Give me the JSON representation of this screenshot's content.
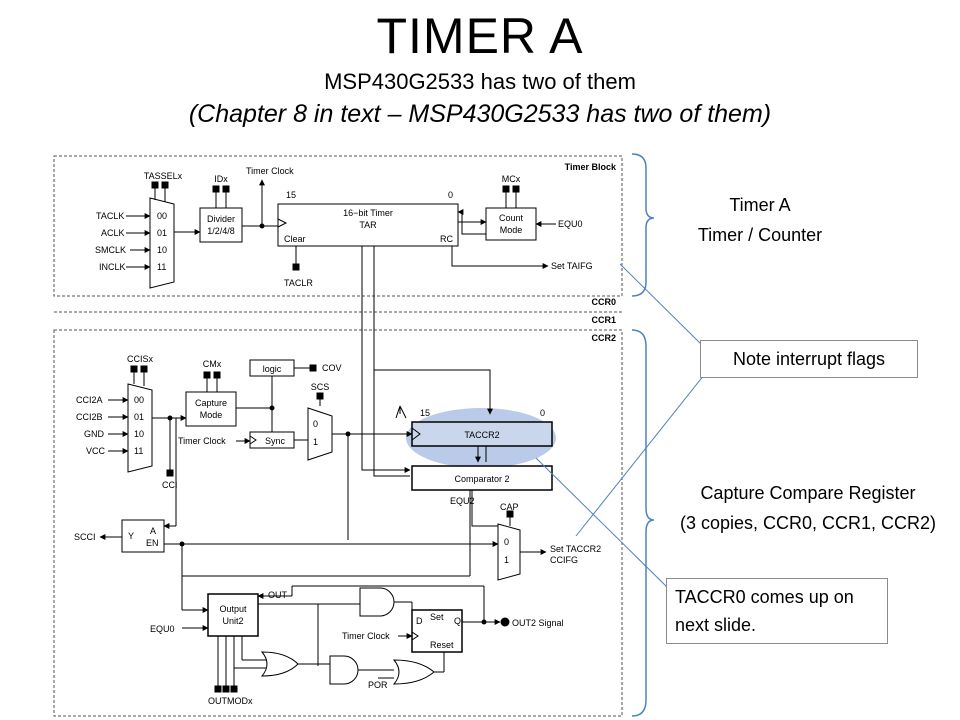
{
  "title": "TIMER A",
  "subtitle": "MSP430G2533 has two of them",
  "subtitle2": "(Chapter 8 in text – MSP430G2533 has two of them)",
  "annotations": {
    "timer_a_label": [
      "Timer A",
      "Timer / Counter"
    ],
    "ccr_label": [
      "Capture Compare Register",
      "(3 copies, CCR0, CCR1, CCR2)"
    ],
    "note_interrupt": "Note interrupt flags",
    "note_taccr0": [
      "TACCR0 comes up on",
      "next slide."
    ]
  },
  "timer_block": {
    "label": "Timer Block",
    "tassel": "TASSELx",
    "inputs": [
      "TACLK",
      "ACLK",
      "SMCLK",
      "INCLK"
    ],
    "mux_codes": [
      "00",
      "01",
      "10",
      "11"
    ],
    "idx": "IDx",
    "divider": [
      "Divider",
      "1/2/4/8"
    ],
    "timer_clock": "Timer Clock",
    "bit15": "15",
    "bit0": "0",
    "timer": [
      "16−bit Timer",
      "TAR"
    ],
    "clear": "Clear",
    "rc": "RC",
    "taclr": "TACLR",
    "mcx": "MCx",
    "count_mode": [
      "Count",
      "Mode"
    ],
    "equ0": "EQU0",
    "set_taifg": "Set TAIFG"
  },
  "ccr_tags": [
    "CCR0",
    "CCR1",
    "CCR2"
  ],
  "ccr_block": {
    "ccisx": "CCISx",
    "cmx": "CMx",
    "logic": "logic",
    "cov": "COV",
    "inputs": [
      "CCI2A",
      "CCI2B",
      "GND",
      "VCC"
    ],
    "mux_codes": [
      "00",
      "01",
      "10",
      "11"
    ],
    "capture_mode": [
      "Capture",
      "Mode"
    ],
    "scs": "SCS",
    "sync": "Sync",
    "timer_clock": "Timer Clock",
    "mux2": [
      "0",
      "1"
    ],
    "cci": "CCI",
    "bit15": "15",
    "bit0": "0",
    "taccr2": "TACCR2",
    "comparator": "Comparator 2",
    "equ2": "EQU2",
    "cap": "CAP",
    "scci": "SCCI",
    "latch_y": "Y",
    "latch_a": "A",
    "latch_en": "EN",
    "set_taccr2": [
      "Set TACCR2",
      "CCIFG"
    ],
    "out": "OUT",
    "output_unit": [
      "Output",
      "Unit2"
    ],
    "equ0": "EQU0",
    "timer_clock2": "Timer Clock",
    "ff_d": "D",
    "ff_set": "Set",
    "ff_q": "Q",
    "ff_reset": "Reset",
    "out2_signal": "OUT2 Signal",
    "por": "POR",
    "outmodx": "OUTMODx"
  },
  "colors": {
    "highlight": "#b9cbe8",
    "callout_line": "#4f81bd"
  }
}
